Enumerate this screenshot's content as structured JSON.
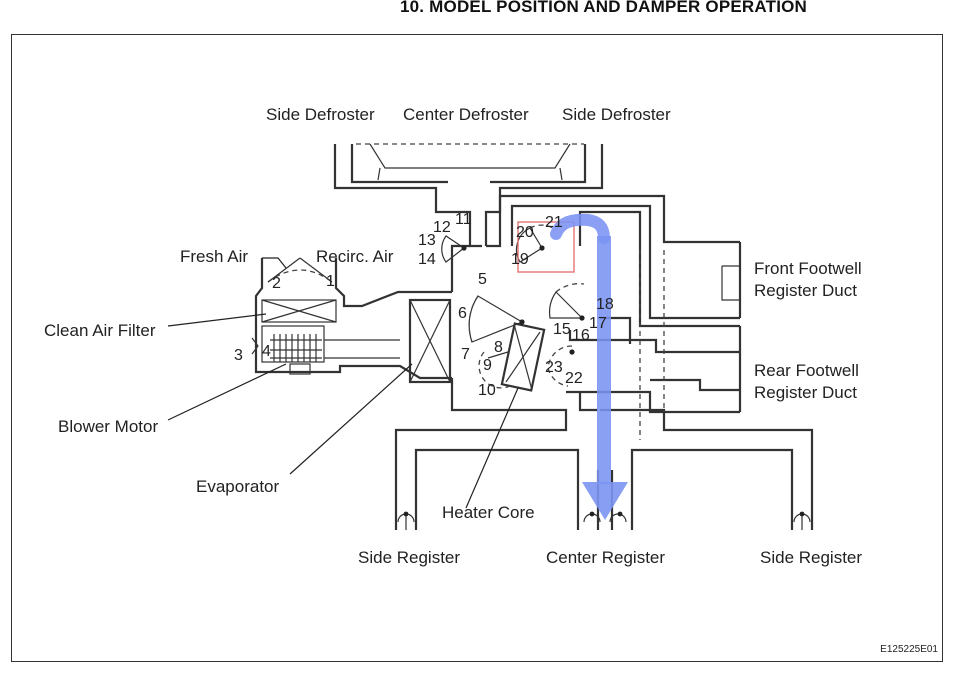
{
  "page": {
    "title": "10.  MODEL POSITION AND DAMPER OPERATION",
    "figure_code": "E125225E01"
  },
  "labels": {
    "side_defroster_left": "Side Defroster",
    "center_defroster": "Center Defroster",
    "side_defroster_right": "Side Defroster",
    "fresh_air": "Fresh Air",
    "recirc_air": "Recirc. Air",
    "front_footwell_1": "Front Footwell",
    "front_footwell_2": "Register Duct",
    "clean_air_filter": "Clean Air Filter",
    "rear_footwell_1": "Rear Footwell",
    "rear_footwell_2": "Register Duct",
    "blower_motor": "Blower Motor",
    "evaporator": "Evaporator",
    "heater_core": "Heater Core",
    "side_register_left": "Side Register",
    "center_register": "Center Register",
    "side_register_right": "Side Register"
  },
  "damper_numbers": {
    "n1": "1",
    "n2": "2",
    "n3": "3",
    "n4": "4",
    "n5": "5",
    "n6": "6",
    "n7": "7",
    "n8": "8",
    "n9": "9",
    "n10": "10",
    "n11": "11",
    "n12": "12",
    "n13": "13",
    "n14": "14",
    "n15": "15",
    "n16": "16",
    "n17": "17",
    "n18": "18",
    "n19": "19",
    "n20": "20",
    "n21": "21",
    "n22": "22",
    "n23": "23"
  },
  "colors": {
    "airflow_arrow": "#7b93f2",
    "highlight_box": "#e06a6a",
    "line": "#333333"
  }
}
